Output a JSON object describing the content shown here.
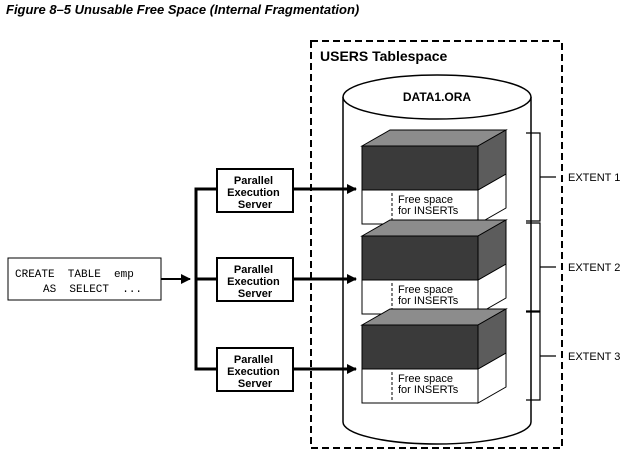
{
  "figure": {
    "title": "Figure 8–5    Unusable Free Space (Internal Fragmentation)"
  },
  "tablespace": {
    "title": "USERS Tablespace",
    "datafile": "DATA1.ORA"
  },
  "statement": {
    "line1": "CREATE  TABLE  emp",
    "line2": "AS  SELECT  ..."
  },
  "servers": [
    {
      "line1": "Parallel",
      "line2": "Execution",
      "line3": "Server"
    },
    {
      "line1": "Parallel",
      "line2": "Execution",
      "line3": "Server"
    },
    {
      "line1": "Parallel",
      "line2": "Execution",
      "line3": "Server"
    }
  ],
  "extents": [
    {
      "label": "EXTENT 1",
      "free_line1": "Free space",
      "free_line2": "for INSERTs"
    },
    {
      "label": "EXTENT 2",
      "free_line1": "Free space",
      "free_line2": "for INSERTs"
    },
    {
      "label": "EXTENT 3",
      "free_line1": "Free space",
      "free_line2": "for INSERTs"
    }
  ],
  "colors": {
    "block_front": "#3a3a3a",
    "block_top": "#8c8c8c",
    "block_side": "#5c5c5c",
    "line": "#000000",
    "background": "#ffffff"
  }
}
